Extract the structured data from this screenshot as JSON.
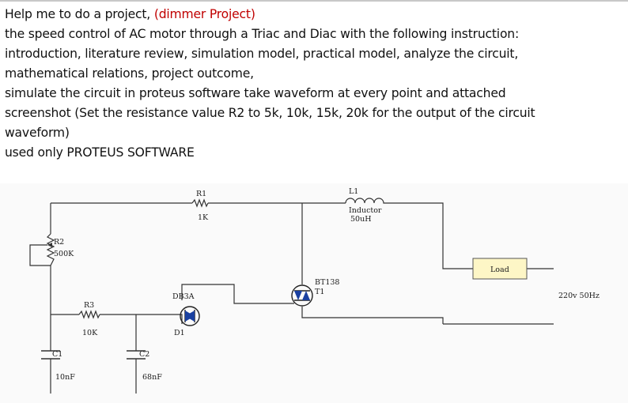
{
  "question": {
    "line1_prefix": "Help me to do a project, ",
    "line1_highlight": "(dimmer Project)",
    "line2": "the speed control of AC motor through a Triac and Diac with the following instruction:",
    "line3": "introduction, literature review, simulation model, practical model, analyze the circuit,",
    "line4": "mathematical relations, project outcome,",
    "line5": "simulate the circuit in proteus software take waveform at every point and attached",
    "line6": "screenshot (Set the resistance value R2 to 5k, 10k, 15k, 20k for the output of the circuit",
    "line7": "waveform)",
    "line8": "used only PROTEUS SOFTWARE"
  },
  "colors": {
    "text": "#111111",
    "highlight": "#c00000",
    "wire": "#333333",
    "load_fill": "#fdf6c6",
    "diagram_bg": "#fafafa"
  },
  "circuit": {
    "r1": {
      "ref": "R1",
      "value": "1K"
    },
    "l1": {
      "ref": "L1",
      "type": "Inductor",
      "value": "50uH"
    },
    "r2": {
      "ref": "R2",
      "value": "500K"
    },
    "load": {
      "label": "Load"
    },
    "triac": {
      "ref": "T1",
      "part": "BT138"
    },
    "diac": {
      "ref": "D1",
      "part": "DB3A"
    },
    "r3": {
      "ref": "R3",
      "value": "10K"
    },
    "c1": {
      "ref": "C1",
      "value": "10nF"
    },
    "c2": {
      "ref": "C2",
      "value": "68nF"
    },
    "source": {
      "label": "220v 50Hz"
    }
  }
}
